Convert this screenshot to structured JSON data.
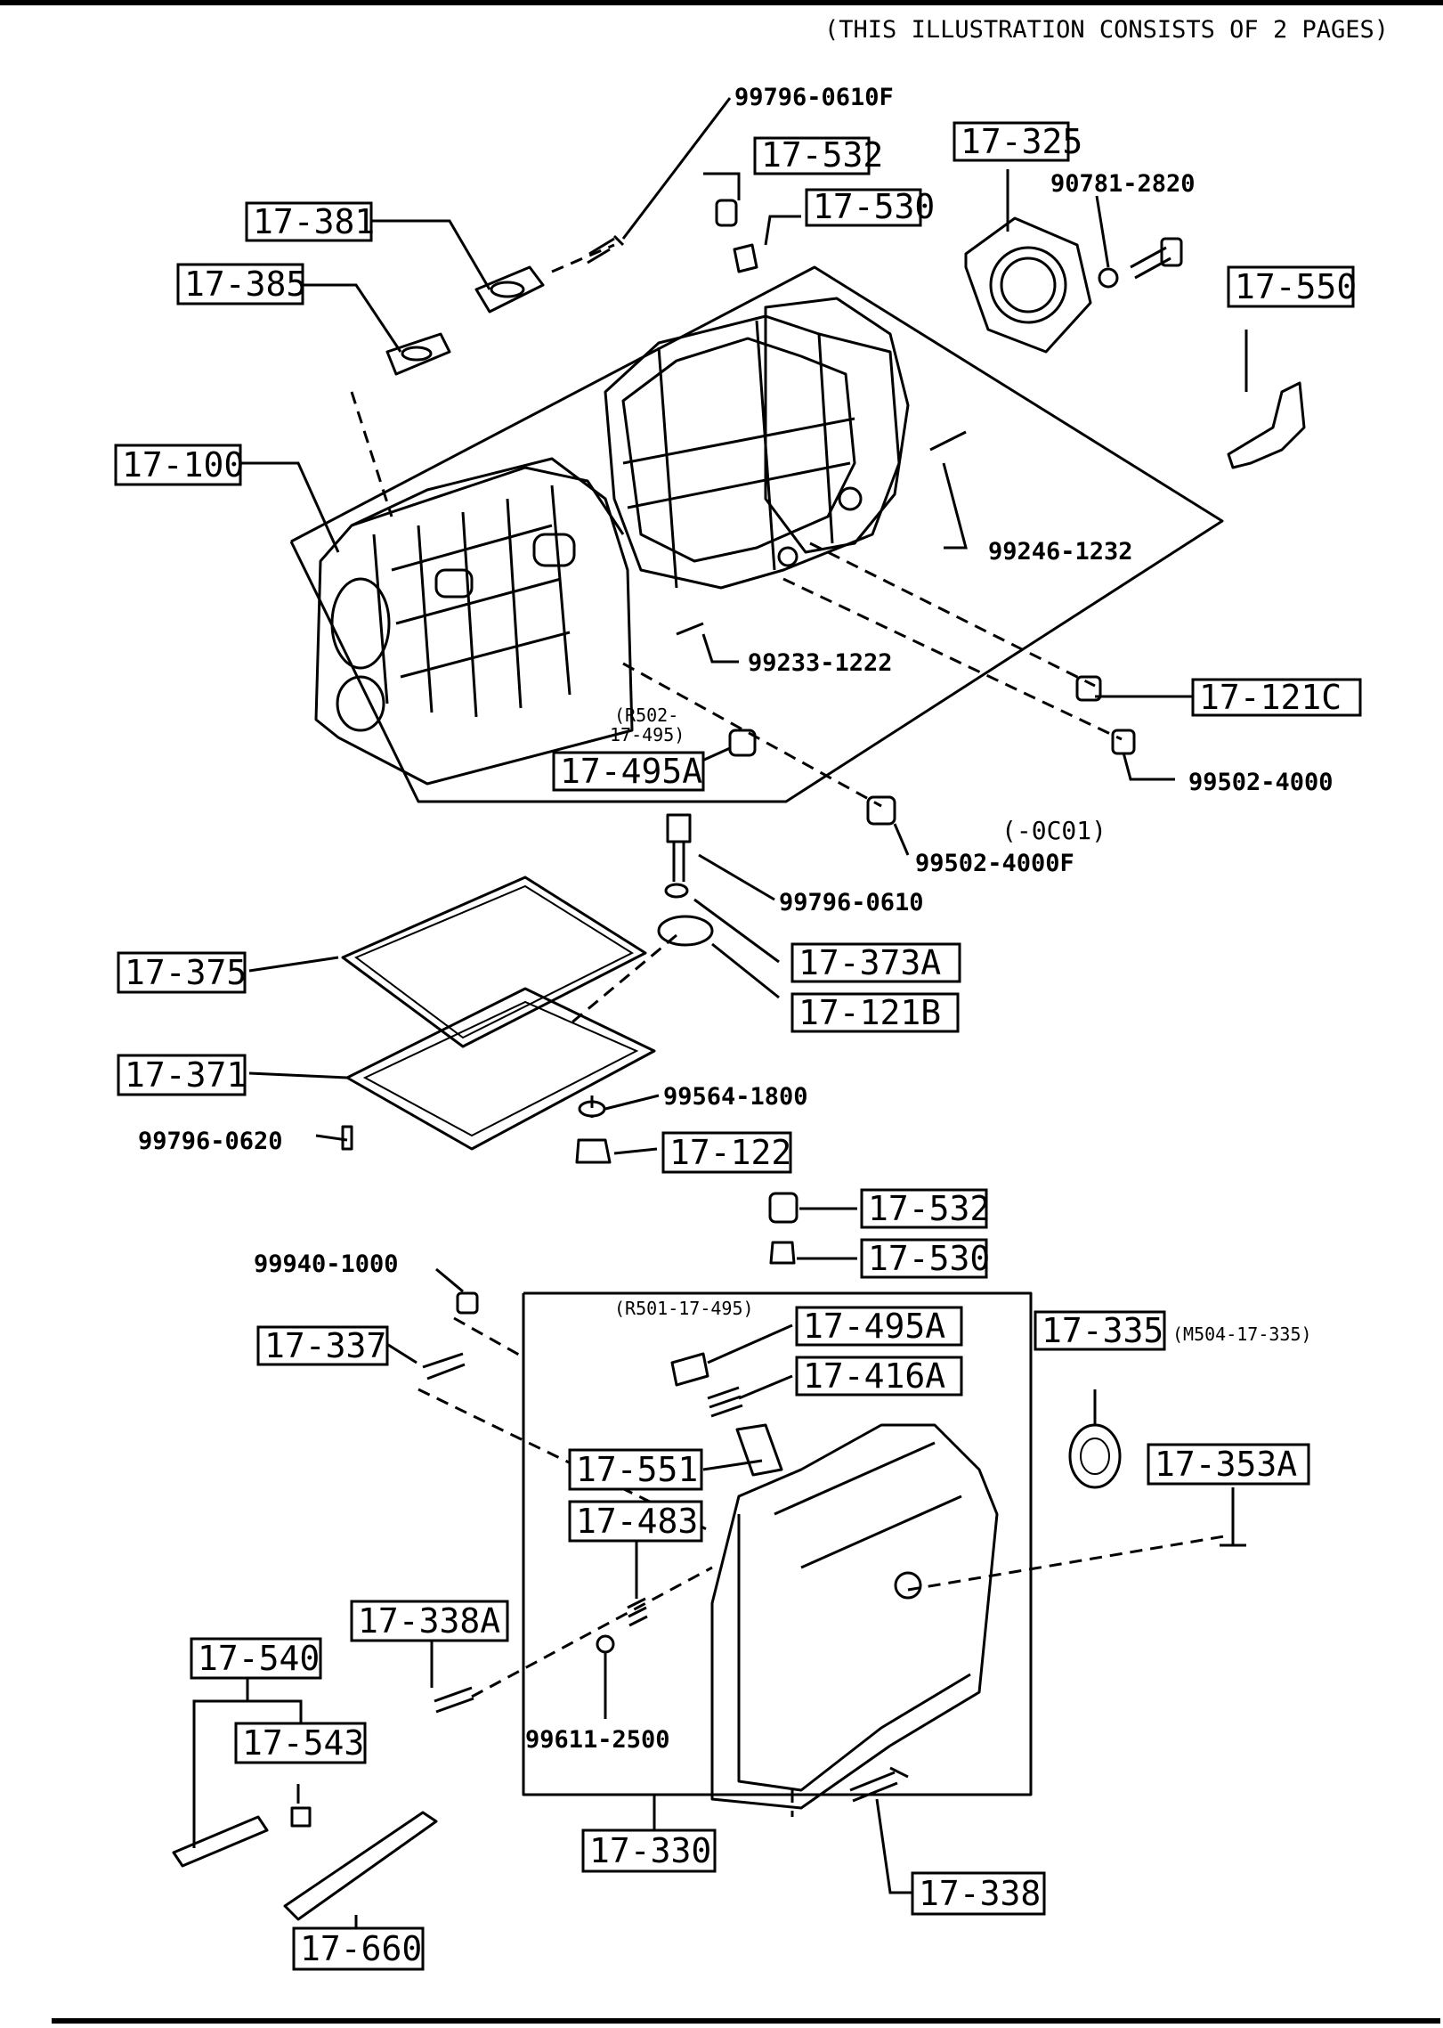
{
  "header": {
    "note": "(THIS ILLUSTRATION CONSISTS OF  2 PAGES)"
  },
  "upper_group": {
    "boxed": {
      "p17_532": "17-532",
      "p17_530": "17-530",
      "p17_325": "17-325",
      "p17_381": "17-381",
      "p17_385": "17-385",
      "p17_550": "17-550",
      "p17_100": "17-100",
      "p17_121c": "17-121C",
      "p17_495a": "17-495A",
      "p17_373a": "17-373A",
      "p17_121b": "17-121B",
      "p17_375": "17-375",
      "p17_371": "17-371",
      "p17_122": "17-122"
    },
    "plain": {
      "n99796_0610f": "99796-0610F",
      "n90781_2820": "90781-2820",
      "n99246_1232": "99246-1232",
      "n99233_1222": "99233-1222",
      "n99502_4000": "99502-4000",
      "n99502_4000f": "99502-4000F",
      "n99796_0610": "99796-0610",
      "n99564_1800": "99564-1800",
      "n99796_0620": "99796-0620"
    },
    "notes": {
      "r502_line1": "(R502-",
      "r502_line2": "17-495)",
      "oc01": "(-0C01)"
    }
  },
  "lower_group": {
    "boxed": {
      "p17_532": "17-532",
      "p17_530": "17-530",
      "p17_337": "17-337",
      "p17_495a": "17-495A",
      "p17_416a": "17-416A",
      "p17_335": "17-335",
      "p17_551": "17-551",
      "p17_353a": "17-353A",
      "p17_483": "17-483",
      "p17_338a": "17-338A",
      "p17_540": "17-540",
      "p17_543": "17-543",
      "p17_330": "17-330",
      "p17_338": "17-338",
      "p17_660": "17-660"
    },
    "plain": {
      "n99940_1000": "99940-1000",
      "n99611_2500": "99611-2500"
    },
    "notes": {
      "r501": "(R501-17-495)",
      "m504": "(M504-17-335)"
    }
  }
}
